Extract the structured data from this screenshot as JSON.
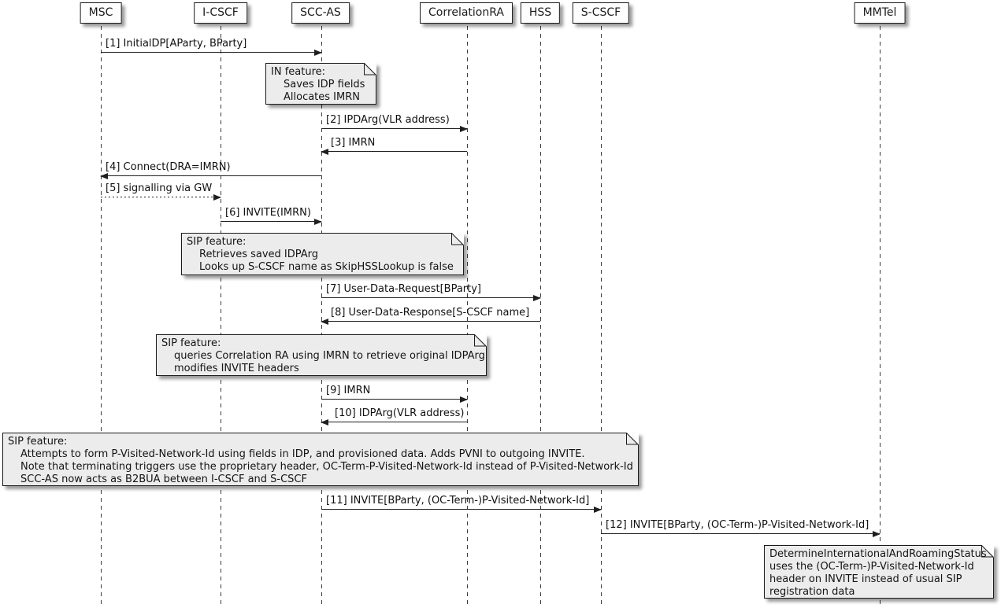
{
  "diagram": {
    "type": "uml-sequence",
    "colors": {
      "background": "#FFFFFF",
      "note_bg": "#ECECEC",
      "participant_bg": "#FDFDFD",
      "border": "#1A1A1A",
      "line": "#1F1F1F"
    },
    "participants": [
      {
        "name": "MSC"
      },
      {
        "name": "I-CSCF"
      },
      {
        "name": "SCC-AS"
      },
      {
        "name": "CorrelationRA"
      },
      {
        "name": "HSS"
      },
      {
        "name": "S-CSCF"
      },
      {
        "name": "MMTel"
      }
    ],
    "messages": [
      {
        "label": "[1] InitialDP[AParty, BParty]",
        "from": "MSC",
        "to": "SCC-AS",
        "style": "solid"
      },
      {
        "label": "[2] IPDArg(VLR address)",
        "from": "SCC-AS",
        "to": "CorrelationRA",
        "style": "solid"
      },
      {
        "label": "[3] IMRN",
        "from": "CorrelationRA",
        "to": "SCC-AS",
        "style": "solid"
      },
      {
        "label": "[4] Connect(DRA=IMRN)",
        "from": "SCC-AS",
        "to": "MSC",
        "style": "solid"
      },
      {
        "label": "[5] signalling via GW",
        "from": "MSC",
        "to": "I-CSCF",
        "style": "dotted"
      },
      {
        "label": "[6] INVITE(IMRN)",
        "from": "I-CSCF",
        "to": "SCC-AS",
        "style": "solid"
      },
      {
        "label": "[7] User-Data-Request[BParty]",
        "from": "SCC-AS",
        "to": "HSS",
        "style": "solid"
      },
      {
        "label": "[8] User-Data-Response[S-CSCF name]",
        "from": "HSS",
        "to": "SCC-AS",
        "style": "solid"
      },
      {
        "label": "[9] IMRN",
        "from": "SCC-AS",
        "to": "CorrelationRA",
        "style": "solid"
      },
      {
        "label": "[10] IDPArg(VLR address)",
        "from": "CorrelationRA",
        "to": "SCC-AS",
        "style": "solid"
      },
      {
        "label": "[11] INVITE[BParty, (OC-Term-)P-Visited-Network-Id]",
        "from": "SCC-AS",
        "to": "S-CSCF",
        "style": "solid"
      },
      {
        "label": "[12] INVITE[BParty, (OC-Term-)P-Visited-Network-Id]",
        "from": "S-CSCF",
        "to": "MMTel",
        "style": "solid"
      }
    ],
    "notes": [
      {
        "over": "SCC-AS",
        "lines": [
          "IN feature:",
          "Saves IDP fields",
          "Allocates IMRN"
        ]
      },
      {
        "over": "SCC-AS",
        "lines": [
          "SIP feature:",
          "Retrieves saved IDPArg",
          "Looks up S-CSCF name as SkipHSSLookup is false"
        ]
      },
      {
        "over": "SCC-AS",
        "lines": [
          "SIP feature:",
          "queries Correlation RA using IMRN to retrieve original IDPArg",
          "modifies INVITE headers"
        ]
      },
      {
        "over": "MSC,SCC-AS",
        "lines": [
          "SIP feature:",
          "Attempts to form P-Visited-Network-Id using fields in IDP, and provisioned data. Adds PVNI to outgoing INVITE.",
          "Note that terminating triggers use the proprietary header, OC-Term-P-Visited-Network-Id instead of P-Visited-Network-Id",
          "SCC-AS now acts as B2BUA between I-CSCF and S-CSCF"
        ]
      },
      {
        "over": "MMTel",
        "lines": [
          "DetermineInternationalAndRoamingStatus",
          "uses the (OC-Term-)P-Visited-Network-Id",
          "header on INVITE instead of usual SIP",
          "registration data"
        ]
      }
    ]
  }
}
